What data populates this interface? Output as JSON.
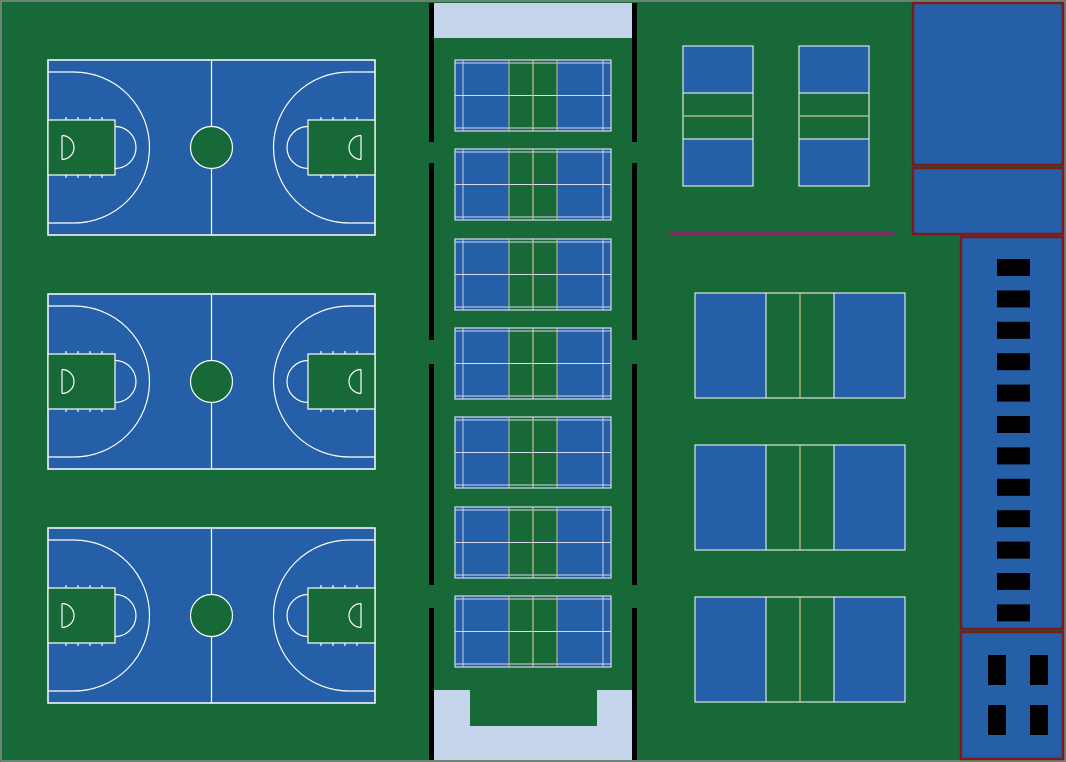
{
  "colors": {
    "grass": "#186938",
    "court_blue": "#245fa7",
    "line_white": "#ffffff",
    "badminton_line": "#d8d8ee",
    "net_line": "#c8c38a",
    "wall_black": "#000000",
    "pale_blue": "#c4d4ea",
    "border_red": "#7a1c1e",
    "divider_magenta": "#7b2c62",
    "seat_black": "#000000"
  },
  "facilities": {
    "basketball_courts": {
      "count": 3
    },
    "badminton_courts": {
      "count": 7
    },
    "small_volleyball_courts": {
      "count": 2
    },
    "large_volleyball_courts": {
      "count": 3
    },
    "bleacher_seats": {
      "count": 12
    },
    "room_seats": {
      "count": 4
    }
  }
}
